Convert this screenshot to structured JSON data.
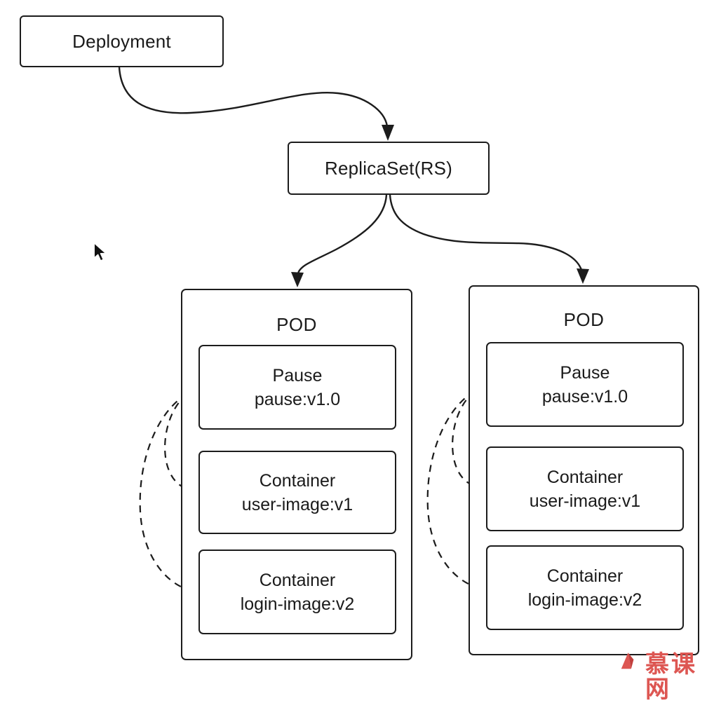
{
  "diagram": {
    "nodes": {
      "deployment": "Deployment",
      "replicaset": "ReplicaSet(RS)"
    },
    "pods": [
      {
        "title": "POD",
        "containers": [
          {
            "line1": "Pause",
            "line2": "pause:v1.0"
          },
          {
            "line1": "Container",
            "line2": "user-image:v1"
          },
          {
            "line1": "Container",
            "line2": "login-image:v2"
          }
        ]
      },
      {
        "title": "POD",
        "containers": [
          {
            "line1": "Pause",
            "line2": "pause:v1.0"
          },
          {
            "line1": "Container",
            "line2": "user-image:v1"
          },
          {
            "line1": "Container",
            "line2": "login-image:v2"
          }
        ]
      }
    ],
    "colors": {
      "stroke": "#1c1c1c",
      "background": "#ffffff",
      "watermark": "#dd5652"
    },
    "watermark": {
      "text": "慕课网"
    }
  }
}
